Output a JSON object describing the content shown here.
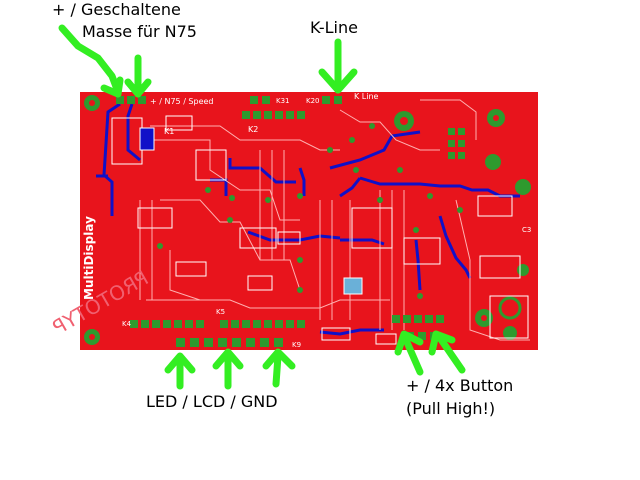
{
  "labels": {
    "top_left_line1": "+ / Geschaltene",
    "top_left_line2": "Masse für N75",
    "kline": "K-Line",
    "bottom_left": "LED / LCD / GND",
    "bottom_right_line1": "+ / 4x Button",
    "bottom_right_line2": "(Pull High!)"
  },
  "board": {
    "name": "MultiDisplay",
    "watermark": "PROTOTYP",
    "silk_top": "+ / N75 / Speed",
    "silk_kline": "K Line",
    "refs": [
      "K1",
      "K2",
      "K20",
      "K31",
      "K4",
      "K5",
      "K9",
      "C3"
    ]
  },
  "colors": {
    "board": "#e8141c",
    "copper": "#1010c8",
    "pad": "#2e9a2e",
    "arrow": "#33ee22",
    "silk": "#ffffff"
  }
}
